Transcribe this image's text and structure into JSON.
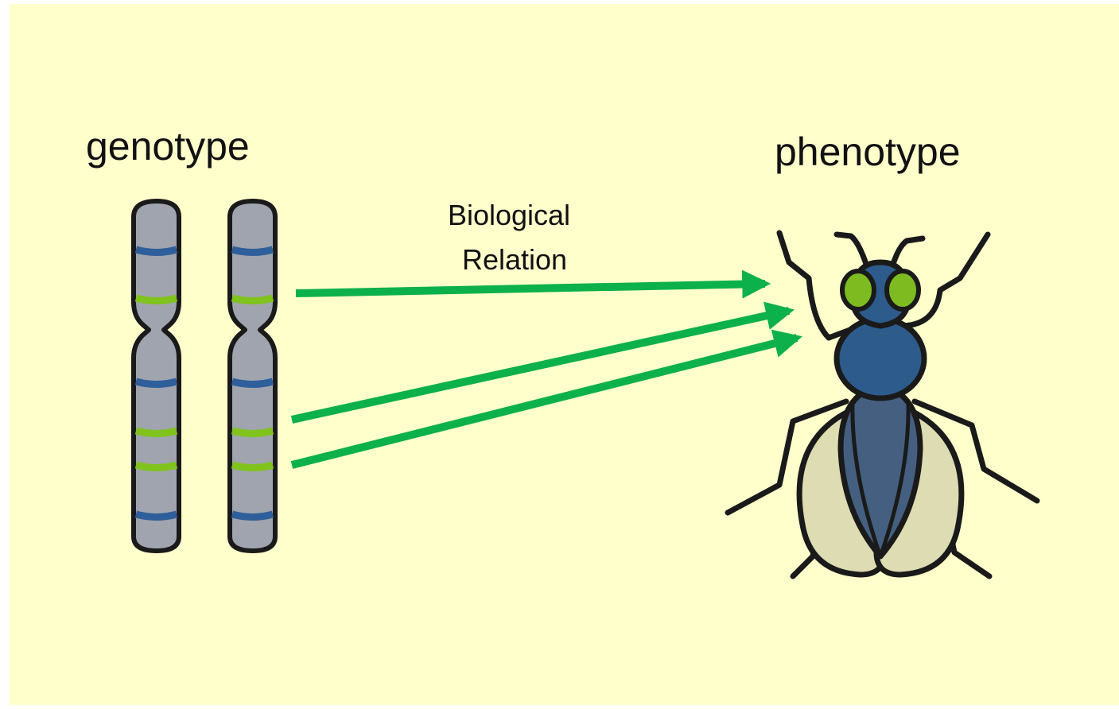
{
  "labels": {
    "left": "genotype",
    "right": "phenotype",
    "relation_line1": "Biological",
    "relation_line2": "Relation"
  },
  "colors": {
    "background": "#ffffcc",
    "arrow": "#0db14b",
    "chromosome": "#a0a4ae",
    "band_blue": "#2f5f9a",
    "band_green": "#7fc31c",
    "fly_body": "#2d5b8c",
    "fly_abdomen": "#455f80",
    "fly_eye": "#7dbb21",
    "fly_wing": "#dddcb2"
  },
  "icons": {
    "chromosome_1": "chromosome-icon",
    "chromosome_2": "chromosome-icon",
    "fly": "fruit-fly-icon"
  }
}
